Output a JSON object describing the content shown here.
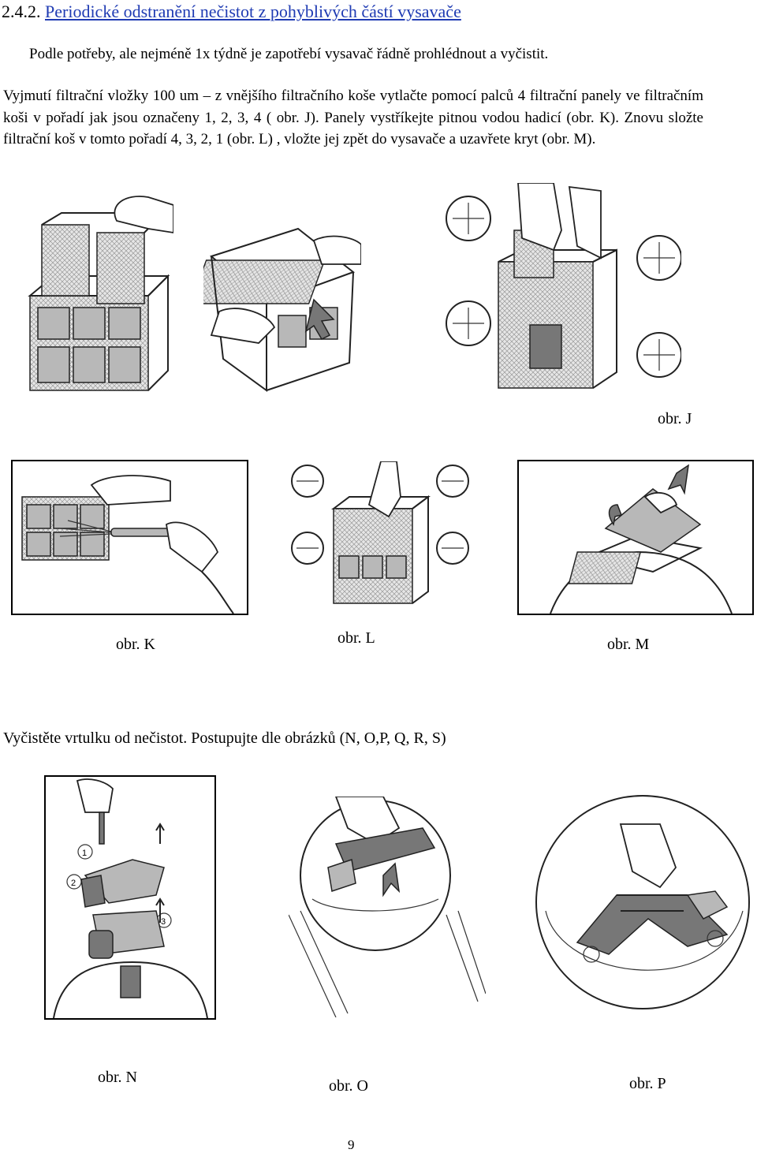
{
  "header": {
    "section_number": "2.4.2.",
    "section_title": "Periodické odstranění nečistot z pohyblivých částí vysavače"
  },
  "intro": "Podle potřeby, ale nejméně 1x  týdně je zapotřebí vysavač řádně prohlédnout a vyčistit.",
  "paragraph": "Vyjmutí filtrační vložky 100 um – z vnějšího filtračního koše vytlačte pomocí palců 4 filtrační panely ve filtračním koši v pořadí jak jsou označeny 1, 2, 3, 4 ( obr. J). Panely vystříkejte pitnou vodou hadicí (obr. K). Znovu složte filtrační koš v tomto pořadí 4, 3, 2, 1 (obr. L) , vložte jej zpět do vysavače a uzavřete kryt (obr. M).",
  "figures_row1": {
    "caption_j": "obr. J"
  },
  "figures_row2": {
    "caption_k": "obr. K",
    "caption_l": "obr. L",
    "caption_m": "obr. M"
  },
  "section2": "Vyčistěte vrtulku od nečistot. Postupujte dle obrázků (N, O,P, Q, R, S)",
  "figures_row3": {
    "caption_n": "obr. N",
    "caption_o": "obr. O",
    "caption_p": "obr. P",
    "step_labels": [
      "1",
      "2",
      "3"
    ]
  },
  "page_number": "9"
}
